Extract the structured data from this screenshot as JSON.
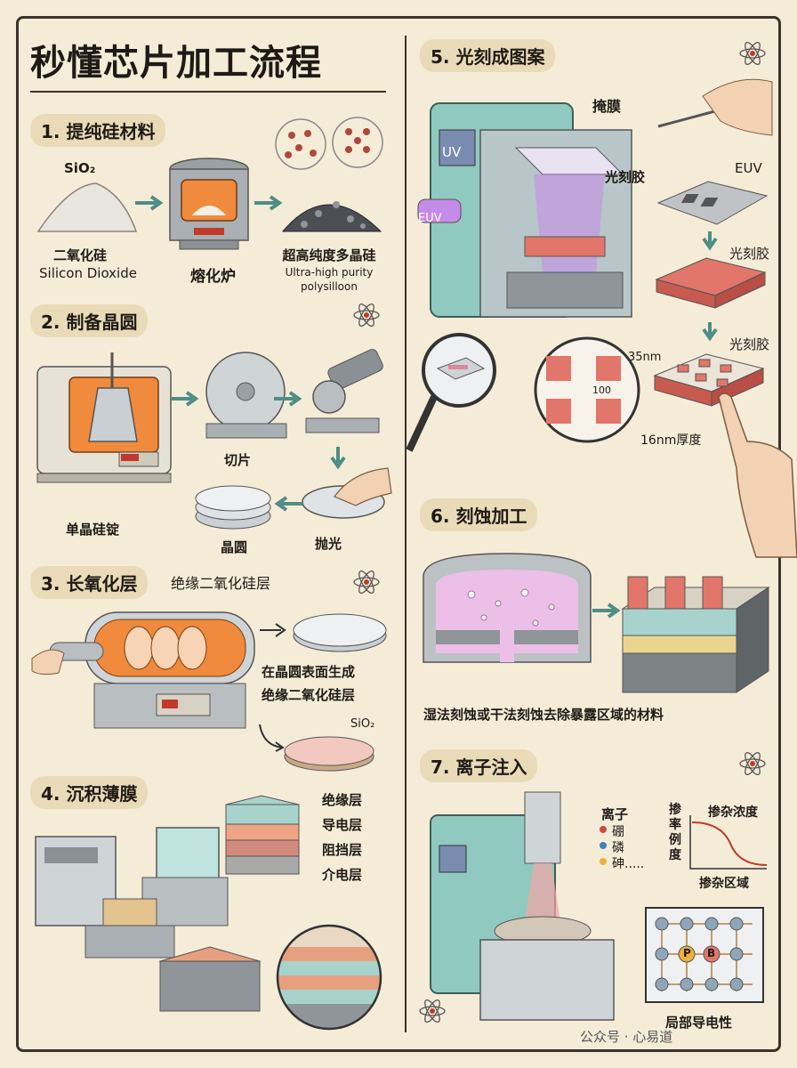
{
  "title": "秒懂芯片加工流程",
  "sections": {
    "s1": {
      "heading": "1. 提纯硅材料",
      "sio2": "SiO₂",
      "dioxide_cn": "二氧化硅",
      "dioxide_en": "Silicon Dioxide",
      "furnace": "熔化炉",
      "poly_cn": "超高纯度多晶硅",
      "poly_en1": "Ultra-high purity",
      "poly_en2": "polysilloon"
    },
    "s2": {
      "heading": "2. 制备晶圆",
      "cut": "切片",
      "ingot": "单晶硅锭",
      "wafer": "晶圆",
      "polish": "抛光"
    },
    "s3": {
      "heading": "3. 长氧化层",
      "layer": "绝缘二氧化硅层",
      "desc1": "在晶圆表面生成",
      "desc2": "绝缘二氧化硅层",
      "sio2": "SiO₂"
    },
    "s4": {
      "heading": "4. 沉积薄膜",
      "layers": [
        "绝缘层",
        "导电层",
        "阻挡层",
        "介电层"
      ]
    },
    "s5": {
      "heading": "5. 光刻成图案",
      "mask": "掩膜",
      "photoresist": "光刻胶",
      "uv": "UV",
      "euv": "EUV",
      "euv2": "EUV",
      "pr2": "光刻胶",
      "pr3": "光刻胶",
      "dim_35": "35nm",
      "dim_100": "100",
      "dim_16": "16nm厚度"
    },
    "s6": {
      "heading": "6. 刻蚀加工",
      "desc": "湿法刻蚀或干法刻蚀去除暴露区域的材料"
    },
    "s7": {
      "heading": "7. 离子注入",
      "ions": "离子",
      "boron": "硼",
      "phosphorus": "磷",
      "arsenic": "砷.....",
      "graph_title": "掺杂浓度",
      "graph_ylabel": "掺率例度",
      "graph_xlabel": "掺杂区域",
      "local": "局部导电性",
      "atom_p": "P",
      "atom_b": "B"
    }
  },
  "footer": "公众号 · 心易道",
  "colors": {
    "background": "#f5ecd8",
    "ink": "#2b2620",
    "teal": "#8fc9c0",
    "furnace_orange": "#f08a3c",
    "resist_red": "#e2766a",
    "uv_purple": "#c58be8"
  }
}
